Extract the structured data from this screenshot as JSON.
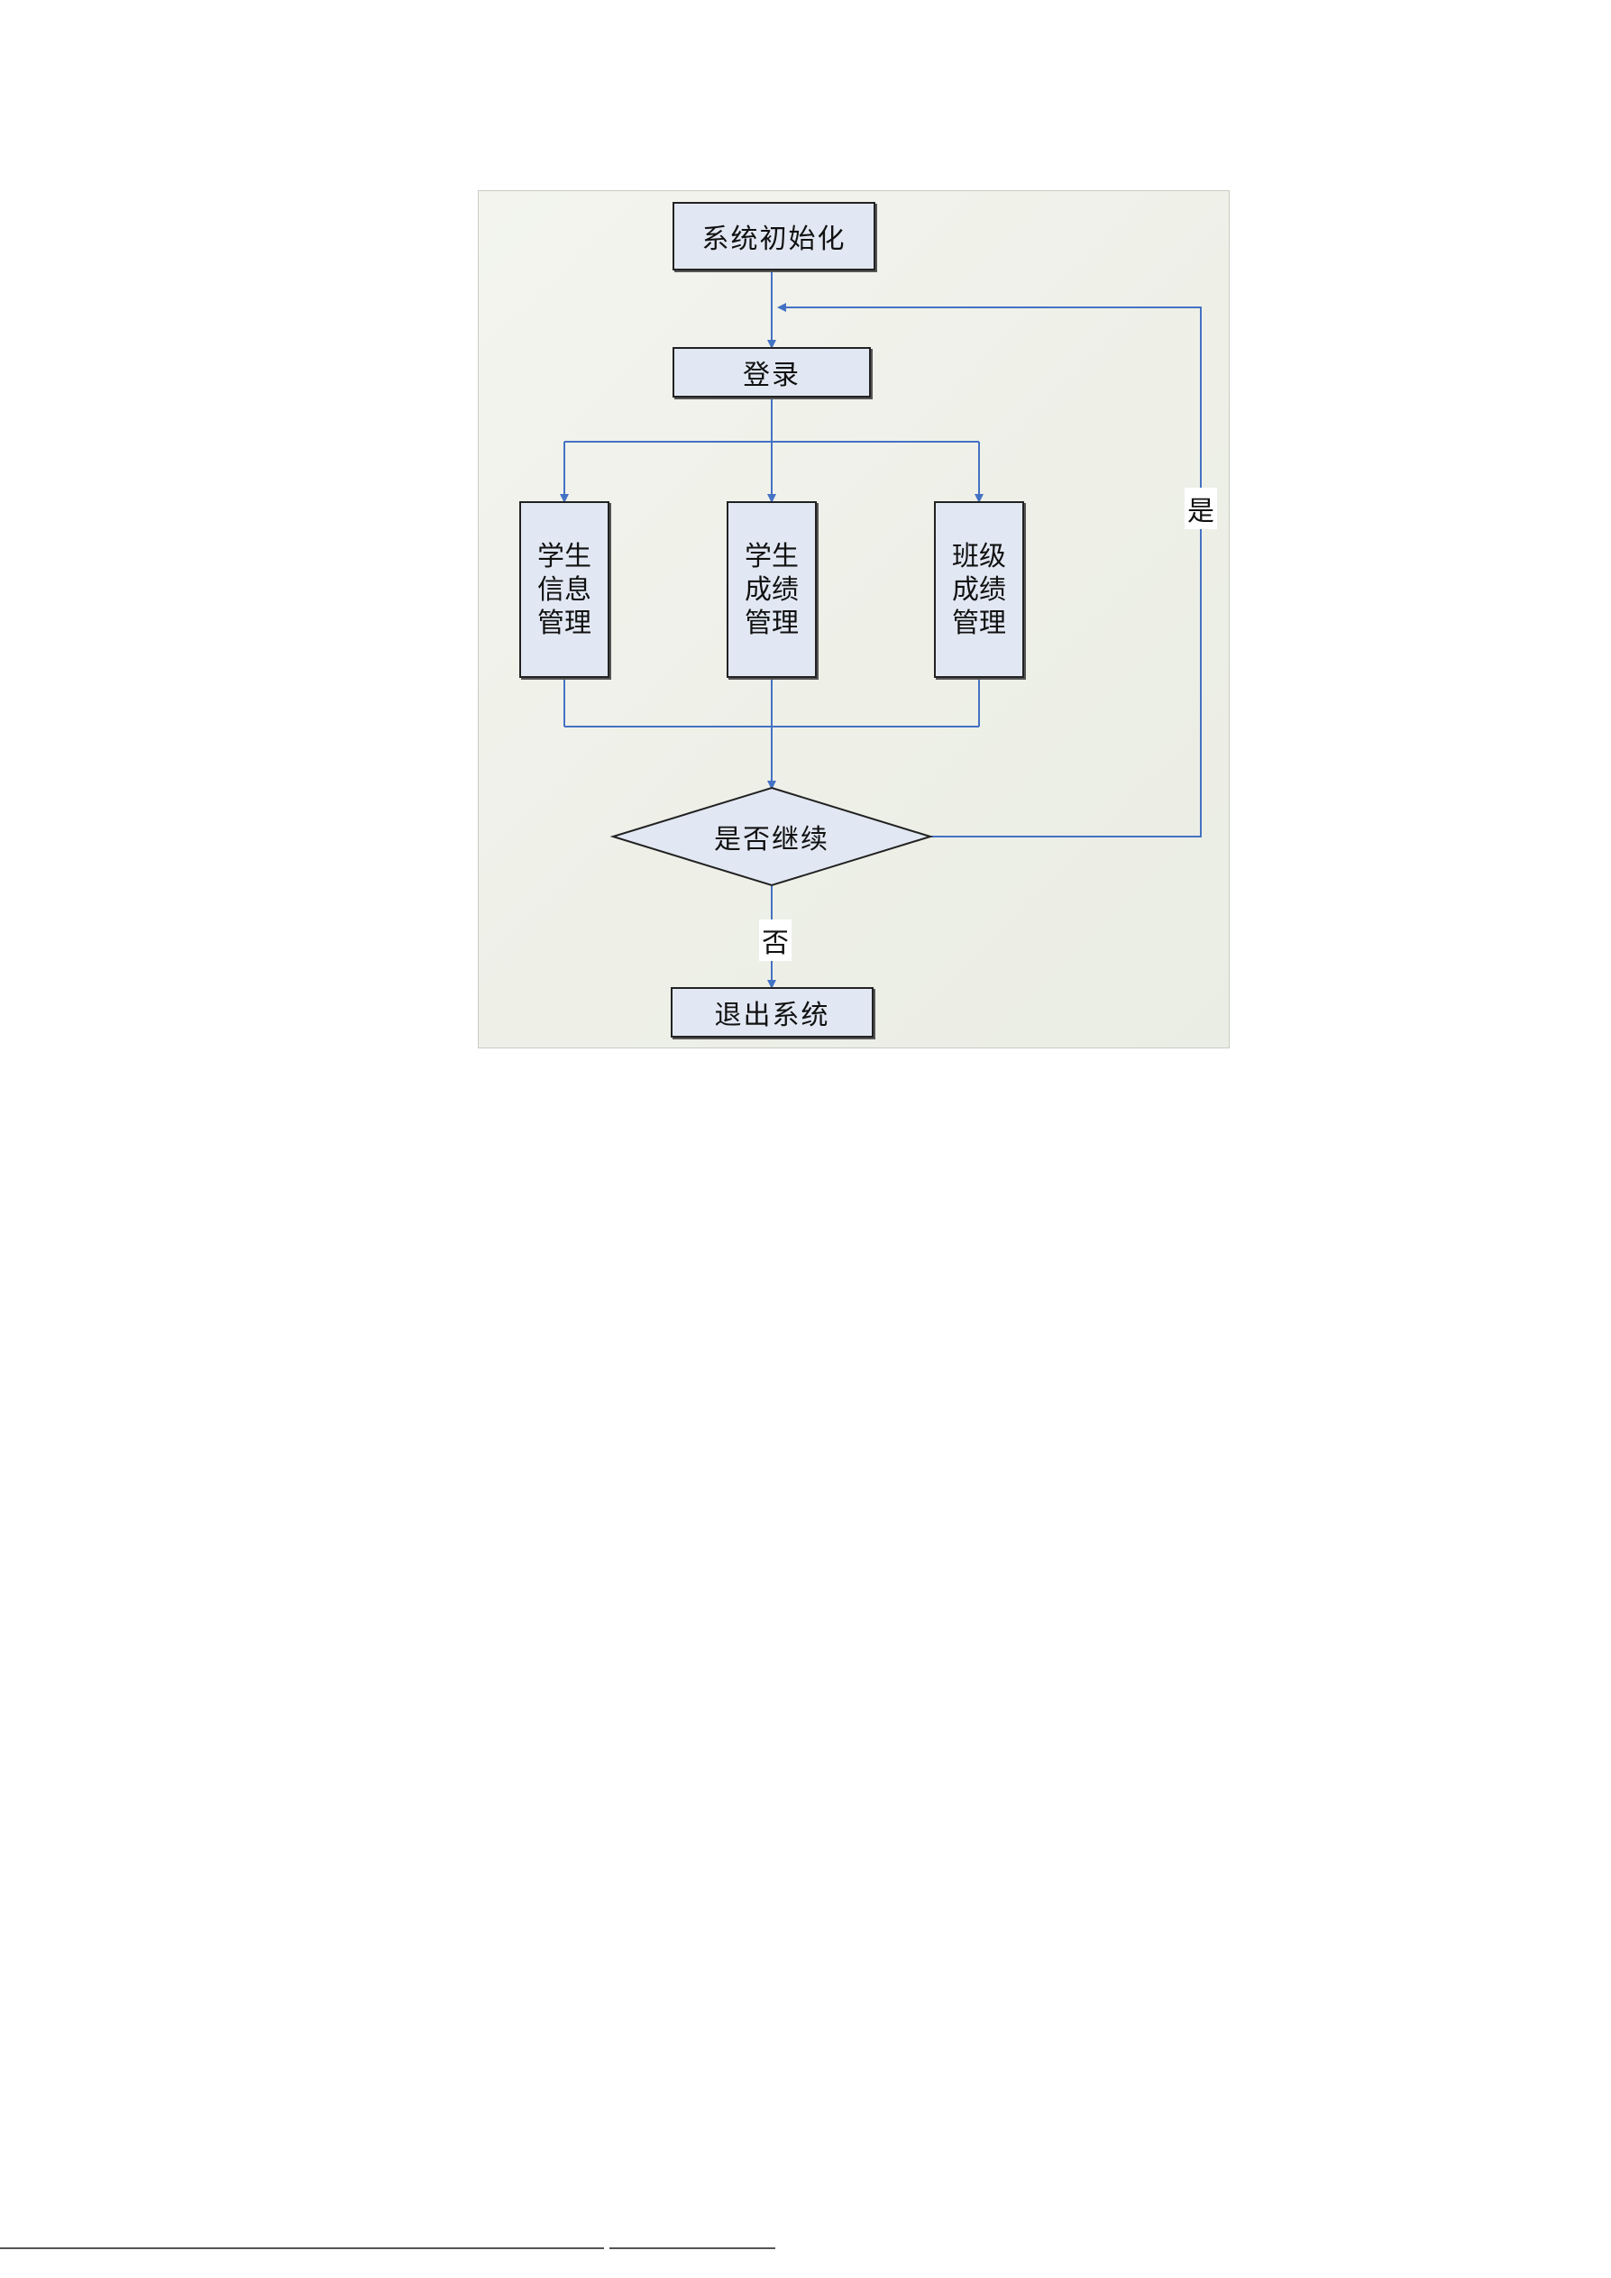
{
  "diagram": {
    "nodes": {
      "init": "系统初始化",
      "login": "登录",
      "student_info": "学生信息管理",
      "student_grades": "学生成绩管理",
      "class_grades": "班级成绩管理",
      "decision": "是否继续",
      "exit": "退出系统"
    },
    "edge_labels": {
      "yes": "是",
      "no": "否"
    },
    "colors": {
      "connector": "#4472c4",
      "node_fill": "#e2e8f3",
      "node_border": "#222222",
      "panel_background": "#eef0e8"
    }
  }
}
